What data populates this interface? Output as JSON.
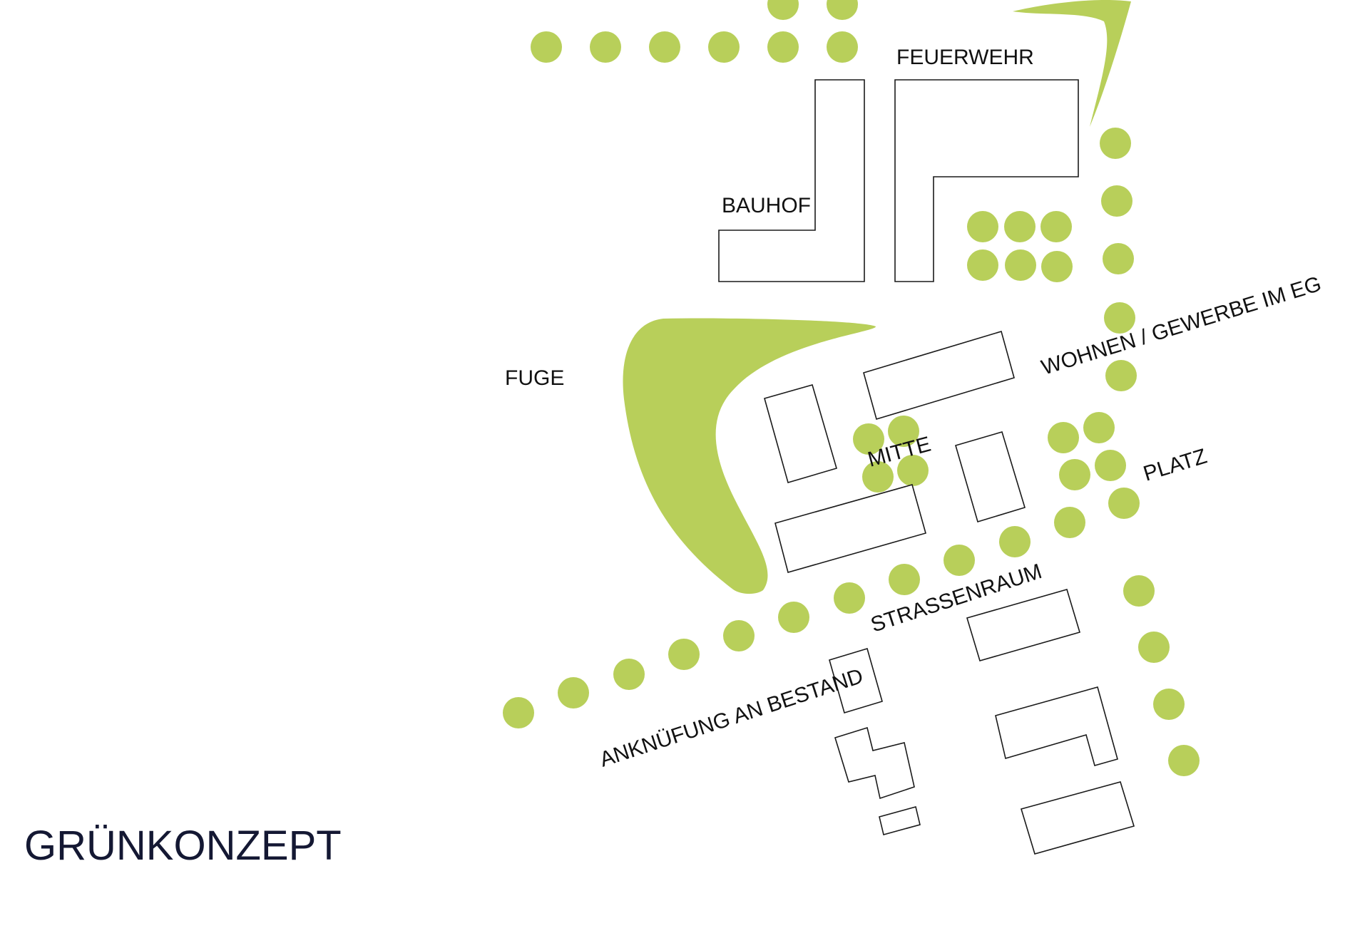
{
  "title": "GRÜNKONZEPT",
  "labels": {
    "feuerwehr": "FEUERWEHR",
    "bauhof": "BAUHOF",
    "fuge": "FUGE",
    "wohnen": "WOHNEN / GEWERBE IM EG",
    "mitte": "MITTE",
    "platz": "PLATZ",
    "strassenraum": "STRASSENRAUM",
    "anknuepfung": "ANKNÜFUNG AN BESTAND"
  },
  "colors": {
    "green": "#b8cf5a",
    "outline": "#1a1a1a",
    "text": "#111111",
    "title": "#141833"
  }
}
